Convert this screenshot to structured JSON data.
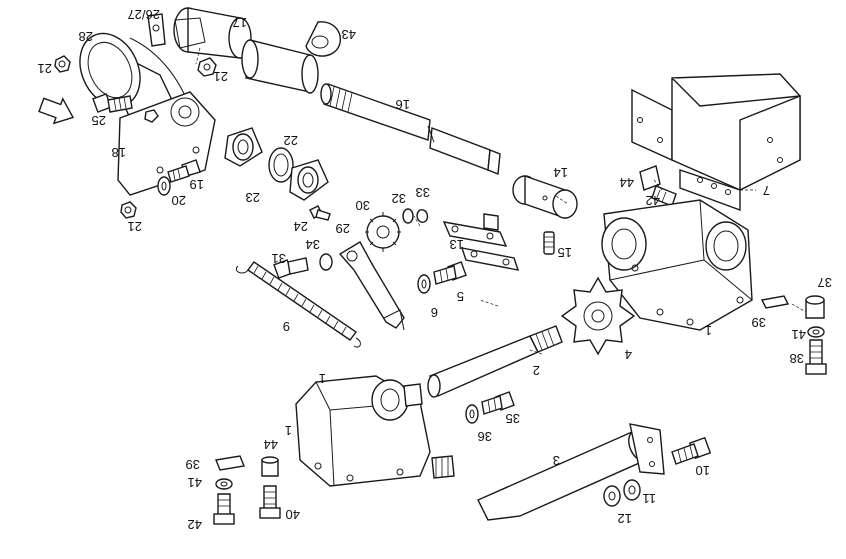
{
  "labels": {
    "l28": "28",
    "l2627": "26/27",
    "l17": "17",
    "l43": "43",
    "l21a": "21",
    "l21b": "21",
    "l21c": "21",
    "l25": "25",
    "l18": "18",
    "l19": "19",
    "l20": "20",
    "l16": "16",
    "l22": "22",
    "l23": "23",
    "l24": "24",
    "l30": "30",
    "l32": "32",
    "l33": "33",
    "l29": "29",
    "l34": "34",
    "l31": "31",
    "l13": "13",
    "l14": "14",
    "l15": "15",
    "l44a": "44",
    "l42a": "42",
    "l7": "7",
    "l9": "9",
    "l5": "5",
    "l6": "6",
    "l4": "4",
    "l1a": "1",
    "l39a": "39",
    "l41a": "41",
    "l37": "37",
    "l38": "38",
    "l2": "2",
    "l1b": "1",
    "l35": "35",
    "l36": "36",
    "l3": "3",
    "l10": "10",
    "l44b": "44",
    "l39b": "39",
    "l41b": "41",
    "l42b": "42",
    "l40": "40",
    "l11": "11",
    "l12": "12",
    "l1c": "1"
  }
}
